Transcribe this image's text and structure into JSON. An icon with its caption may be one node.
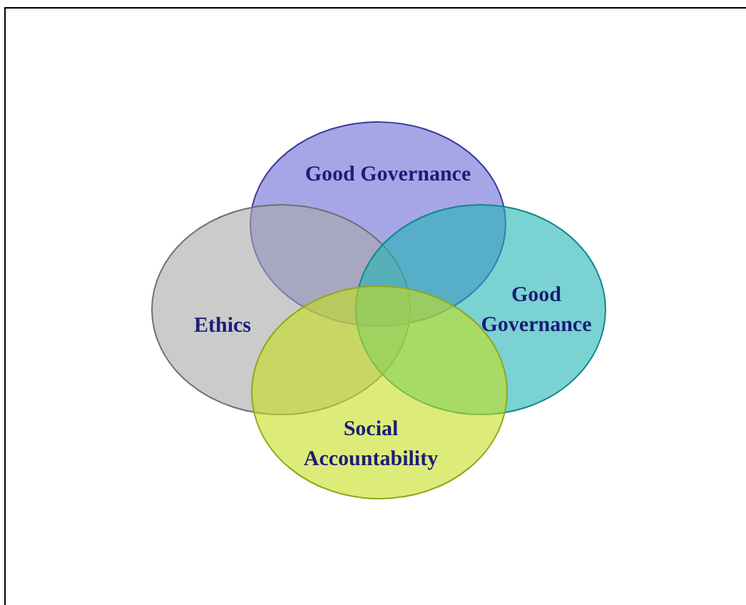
{
  "diagram": {
    "nodes": [
      {
        "text": [
          "Good Governance"
        ]
      },
      {
        "text": [
          "Ethics"
        ]
      },
      {
        "text": [
          "Good Governance"
        ]
      },
      {
        "text": [
          "Social Accountability"
        ]
      }
    ]
  }
}
